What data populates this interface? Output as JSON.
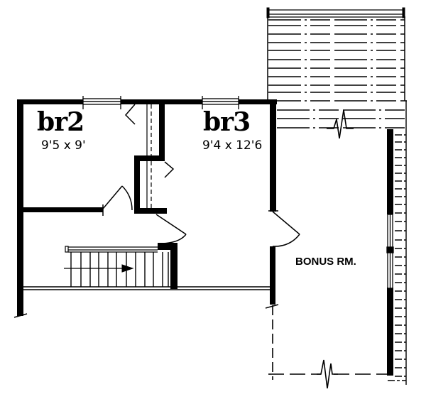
{
  "plan": {
    "rooms": [
      {
        "id": "br2",
        "name": "br2",
        "dimensions": "9'5 x 9'"
      },
      {
        "id": "br3",
        "name": "br3",
        "dimensions": "9'4 x 12'6"
      },
      {
        "id": "bonus",
        "name": "BONUS RM."
      }
    ],
    "colors": {
      "wall": "#000000",
      "background": "#ffffff"
    }
  }
}
